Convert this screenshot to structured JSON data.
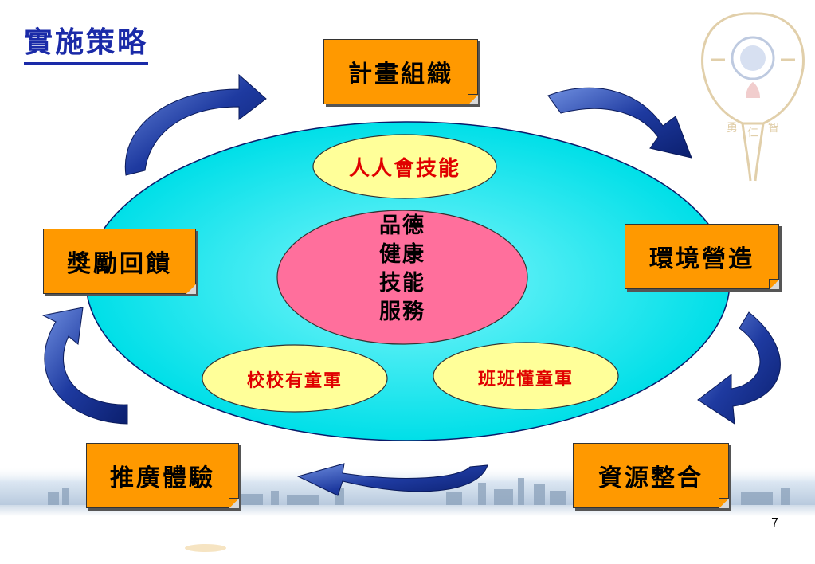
{
  "title": "實施策略",
  "boxes": {
    "top": "計畫組織",
    "right": "環境營造",
    "bottom_right": "資源整合",
    "bottom_left": "推廣體驗",
    "left": "獎勵回饋"
  },
  "ovals": {
    "top": "人人會技能",
    "bottom_left": "校校有童軍",
    "bottom_right": "班班懂童軍"
  },
  "center": {
    "line1": "品德",
    "line2": "健康",
    "line3": "技能",
    "line4": "服務"
  },
  "emblem": {
    "text1": "勇",
    "text2": "仁",
    "text3": "智"
  },
  "page_number": "7",
  "colors": {
    "big_oval": "#00e5f0",
    "center_oval": "#ff6699",
    "yellow_oval": "#ffff99",
    "box": "#ff9900",
    "arrow": "#1a3a9a",
    "title": "#1a2aa8"
  }
}
